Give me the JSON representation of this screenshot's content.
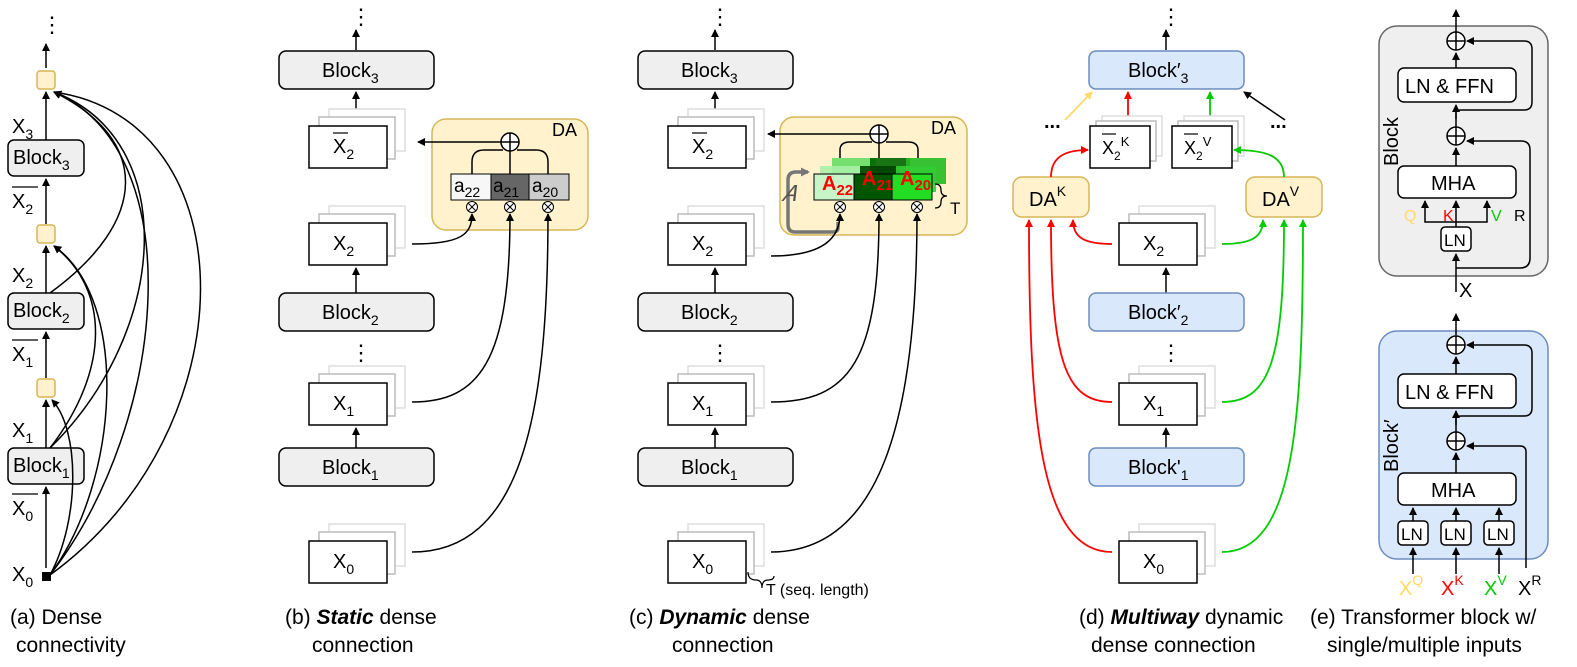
{
  "colors": {
    "gray_block": "#efefef",
    "blue_block": "#dae8fc",
    "blue_stroke": "#6c8ebf",
    "da_fill": "#fff2cc",
    "da_stroke": "#d6b656",
    "red": "#ff0000",
    "green": "#00cc00",
    "yellow": "#ffd966"
  },
  "panel_a": {
    "dots": "⋮",
    "x3": "X",
    "x3_sub": "3",
    "block3": "Block",
    "block3_sub": "3",
    "x2bar": "X",
    "x2bar_sub": "2",
    "x2": "X",
    "x2_sub": "2",
    "block2": "Block",
    "block2_sub": "2",
    "x1bar": "X",
    "x1bar_sub": "1",
    "x1": "X",
    "x1_sub": "1",
    "block1": "Block",
    "block1_sub": "1",
    "x0bar": "X",
    "x0bar_sub": "0",
    "x0": "X",
    "x0_sub": "0",
    "caption_prefix": "(a) Dense",
    "caption_line2": "connectivity"
  },
  "panel_b": {
    "dots": "⋮",
    "block3": "Block",
    "block3_sub": "3",
    "x2bar": "X",
    "x2bar_sub": "2",
    "da_label": "DA",
    "a22": "a",
    "a22_sub": "22",
    "a21": "a",
    "a21_sub": "21",
    "a20": "a",
    "a20_sub": "20",
    "x2": "X",
    "x2_sub": "2",
    "block2": "Block",
    "block2_sub": "2",
    "mid_dots": "⋮",
    "x1": "X",
    "x1_sub": "1",
    "block1": "Block",
    "block1_sub": "1",
    "x0": "X",
    "x0_sub": "0",
    "caption_prefix": "(b) ",
    "caption_bold": "Static",
    "caption_rest": " dense",
    "caption_line2": "connection"
  },
  "panel_c": {
    "dots": "⋮",
    "block3": "Block",
    "block3_sub": "3",
    "x2bar": "X",
    "x2bar_sub": "2",
    "da_label": "DA",
    "A22": "A",
    "A22_sub": "22",
    "A21": "A",
    "A21_sub": "21",
    "A20": "A",
    "A20_sub": "20",
    "t_label": "T",
    "x2": "X",
    "x2_sub": "2",
    "block2": "Block",
    "block2_sub": "2",
    "mid_dots": "⋮",
    "x1": "X",
    "x1_sub": "1",
    "block1": "Block",
    "block1_sub": "1",
    "x0": "X",
    "x0_sub": "0",
    "seq_label": "T (seq. length)",
    "caption_prefix": "(c) ",
    "caption_bold": "Dynamic",
    "caption_rest": " dense",
    "caption_line2": "connection"
  },
  "panel_d": {
    "dots": "⋮",
    "block3": "Block′",
    "block3_sub": "3",
    "left_dots": "...",
    "right_dots": "...",
    "x2k": "X",
    "x2k_sub": "2",
    "x2k_sup": "K",
    "x2v": "X",
    "x2v_sub": "2",
    "x2v_sup": "V",
    "dak": "DA",
    "dak_sup": "K",
    "dav": "DA",
    "dav_sup": "V",
    "x2": "X",
    "x2_sub": "2",
    "block2": "Block′",
    "block2_sub": "2",
    "mid_dots": "⋮",
    "x1": "X",
    "x1_sub": "1",
    "block1": "Block'",
    "block1_sub": "1",
    "x0": "X",
    "x0_sub": "0",
    "caption_prefix": "(d) ",
    "caption_bold": "Multiway",
    "caption_rest": " dynamic",
    "caption_line2": "dense connection"
  },
  "panel_e": {
    "top": {
      "title": "Block",
      "ffn": "LN & FFN",
      "mha": "MHA",
      "ln": "LN",
      "q": "Q",
      "k": "K",
      "v": "V",
      "r": "R",
      "x": "X"
    },
    "bottom": {
      "title": "Block′",
      "ffn": "LN & FFN",
      "mha": "MHA",
      "ln1": "LN",
      "ln2": "LN",
      "ln3": "LN",
      "xq": "X",
      "xq_sup": "Q",
      "xk": "X",
      "xk_sup": "K",
      "xv": "X",
      "xv_sup": "V",
      "xr": "X",
      "xr_sup": "R"
    },
    "caption_line1": "(e) Transformer block w/",
    "caption_line2": "single/multiple inputs"
  }
}
